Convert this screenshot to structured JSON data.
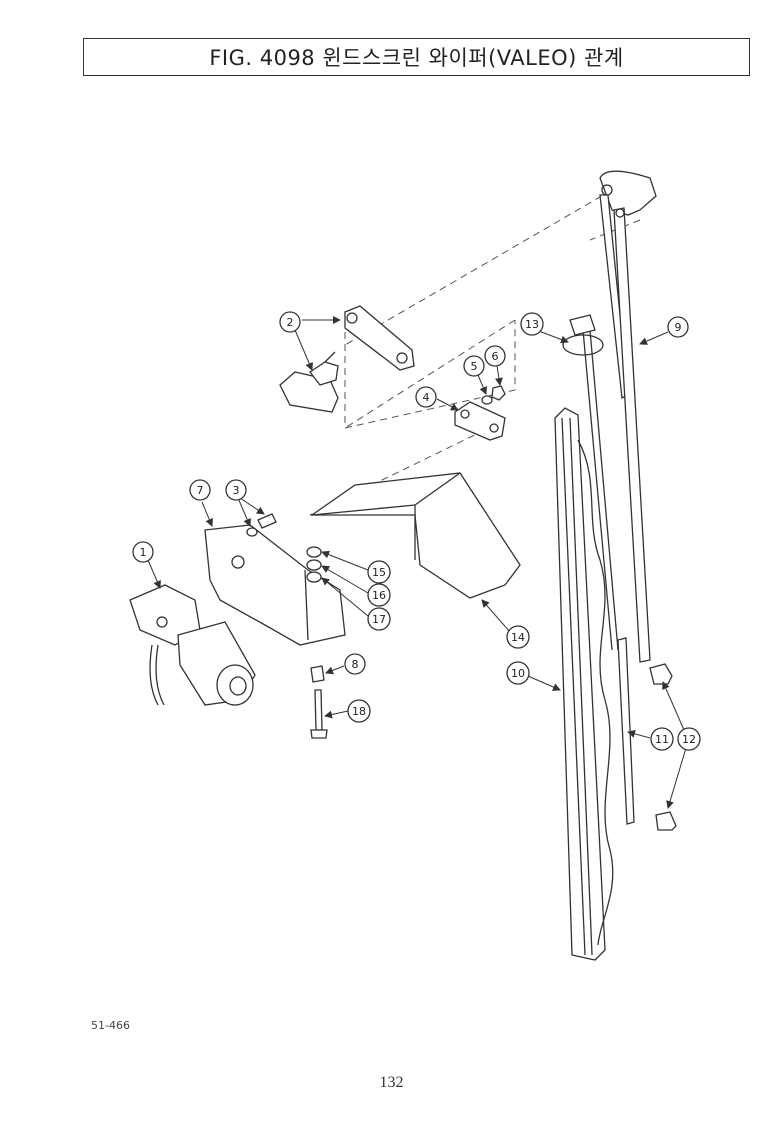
{
  "title": "FIG. 4098 윈드스크린 와이퍼(VALEO) 관계",
  "figure_code": "51-466",
  "page_number": "132",
  "callouts": [
    {
      "id": "1",
      "label": "1"
    },
    {
      "id": "2",
      "label": "2"
    },
    {
      "id": "3",
      "label": "3"
    },
    {
      "id": "4",
      "label": "4"
    },
    {
      "id": "5",
      "label": "5"
    },
    {
      "id": "6",
      "label": "6"
    },
    {
      "id": "7",
      "label": "7"
    },
    {
      "id": "8",
      "label": "8"
    },
    {
      "id": "9",
      "label": "9"
    },
    {
      "id": "10",
      "label": "10"
    },
    {
      "id": "11",
      "label": "11"
    },
    {
      "id": "12",
      "label": "12"
    },
    {
      "id": "13",
      "label": "13"
    },
    {
      "id": "14",
      "label": "14"
    },
    {
      "id": "15",
      "label": "15"
    },
    {
      "id": "16",
      "label": "16"
    },
    {
      "id": "17",
      "label": "17"
    },
    {
      "id": "18",
      "label": "18"
    }
  ]
}
